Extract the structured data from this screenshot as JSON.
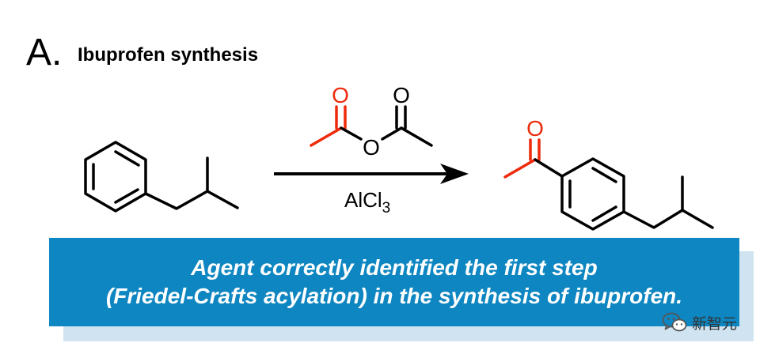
{
  "figure": {
    "panel_letter": "A.",
    "title": "Ibuprofen synthesis"
  },
  "reaction": {
    "reagent_atoms": {
      "o1": "O",
      "o2": "O",
      "o3": "O"
    },
    "catalyst": {
      "base": "AlCl",
      "subscript": "3"
    },
    "product_atom": "O"
  },
  "colors": {
    "highlight": "#ee2a0b",
    "bond": "#000000",
    "panel": "#0e86c1",
    "panel_shadow": "#cfe3f0"
  },
  "caption": {
    "line1": "Agent correctly identified the first step",
    "line2": "(Friedel-Crafts acylation) in the synthesis of ibuprofen."
  },
  "watermark": {
    "text": "新智元",
    "icon": "wechat-icon"
  }
}
